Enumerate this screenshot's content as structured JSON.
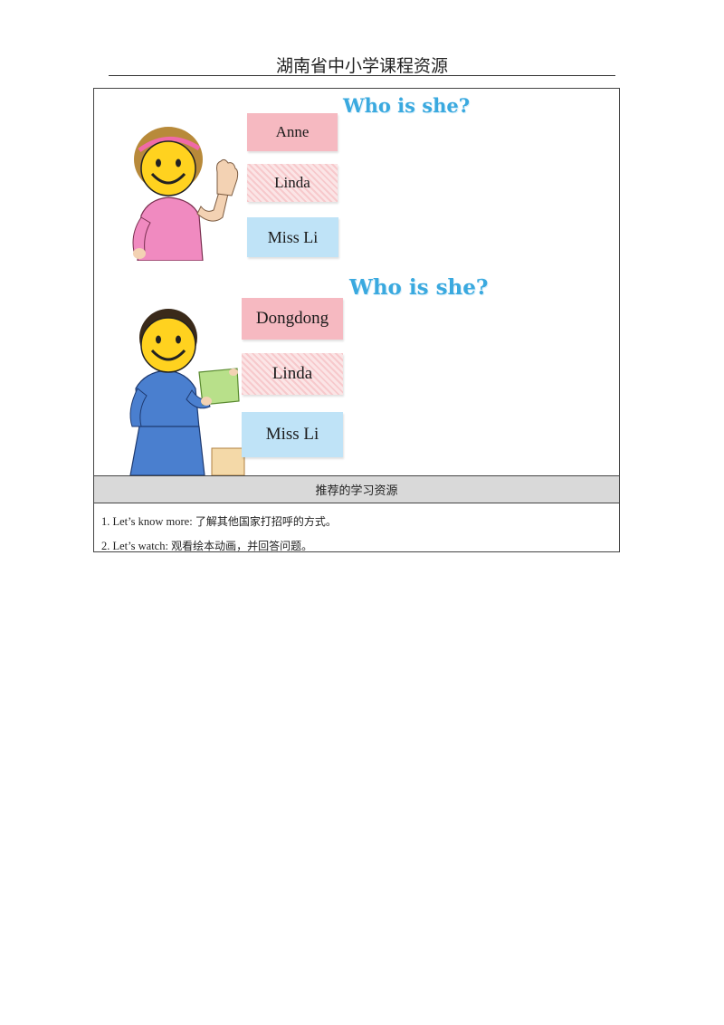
{
  "header": {
    "title": "湖南省中小学课程资源"
  },
  "activity": {
    "prompt_1": "Who is she?",
    "options_1": [
      "Anne",
      "Linda",
      "Miss Li"
    ],
    "prompt_2": "Who is she?",
    "options_2": [
      "Dongdong",
      "Linda",
      "Miss Li"
    ]
  },
  "resources": {
    "heading": "推荐的学习资源",
    "items": [
      {
        "label": "1. Let’s know more:",
        "text": "了解其他国家打招呼的方式。"
      },
      {
        "label": "2. Let’s watch:",
        "text": "观看绘本动画，并回答问题。"
      }
    ]
  },
  "colors": {
    "accent_title": "#3aa9df",
    "card_pink": "#f6b9c1",
    "card_blue": "#bfe3f7",
    "header_band": "#d9d9d9"
  }
}
